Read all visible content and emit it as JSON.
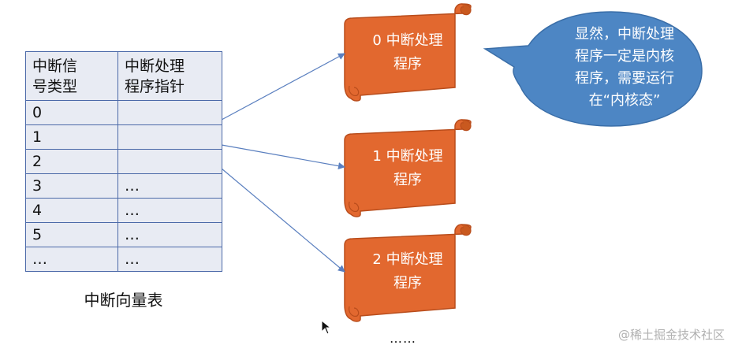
{
  "vector_table": {
    "header": [
      "中断信\n号类型",
      "中断处理\n程序指针"
    ],
    "rows": [
      {
        "type": "0",
        "pointer": ""
      },
      {
        "type": "1",
        "pointer": ""
      },
      {
        "type": "2",
        "pointer": ""
      },
      {
        "type": "3",
        "pointer": "…"
      },
      {
        "type": "4",
        "pointer": "…"
      },
      {
        "type": "5",
        "pointer": "…"
      },
      {
        "type": "…",
        "pointer": "…"
      }
    ],
    "caption": "中断向量表"
  },
  "handlers": [
    {
      "label": "0 中断处理\n程序"
    },
    {
      "label": "1 中断处理\n程序"
    },
    {
      "label": "2 中断处理\n程序"
    }
  ],
  "more_handlers": "……",
  "callout": "显然，中断处理\n程序一定是内核\n程序，需要运行\n在“内核态”",
  "watermark": "@稀土掘金技术社区",
  "colors": {
    "table_fill": "#e8ebf3",
    "table_border": "#4b69a8",
    "scroll_fill": "#e2682f",
    "scroll_stroke": "#b94d1c",
    "bubble_fill": "#4d86c4",
    "arrow": "#5a7fbf"
  }
}
